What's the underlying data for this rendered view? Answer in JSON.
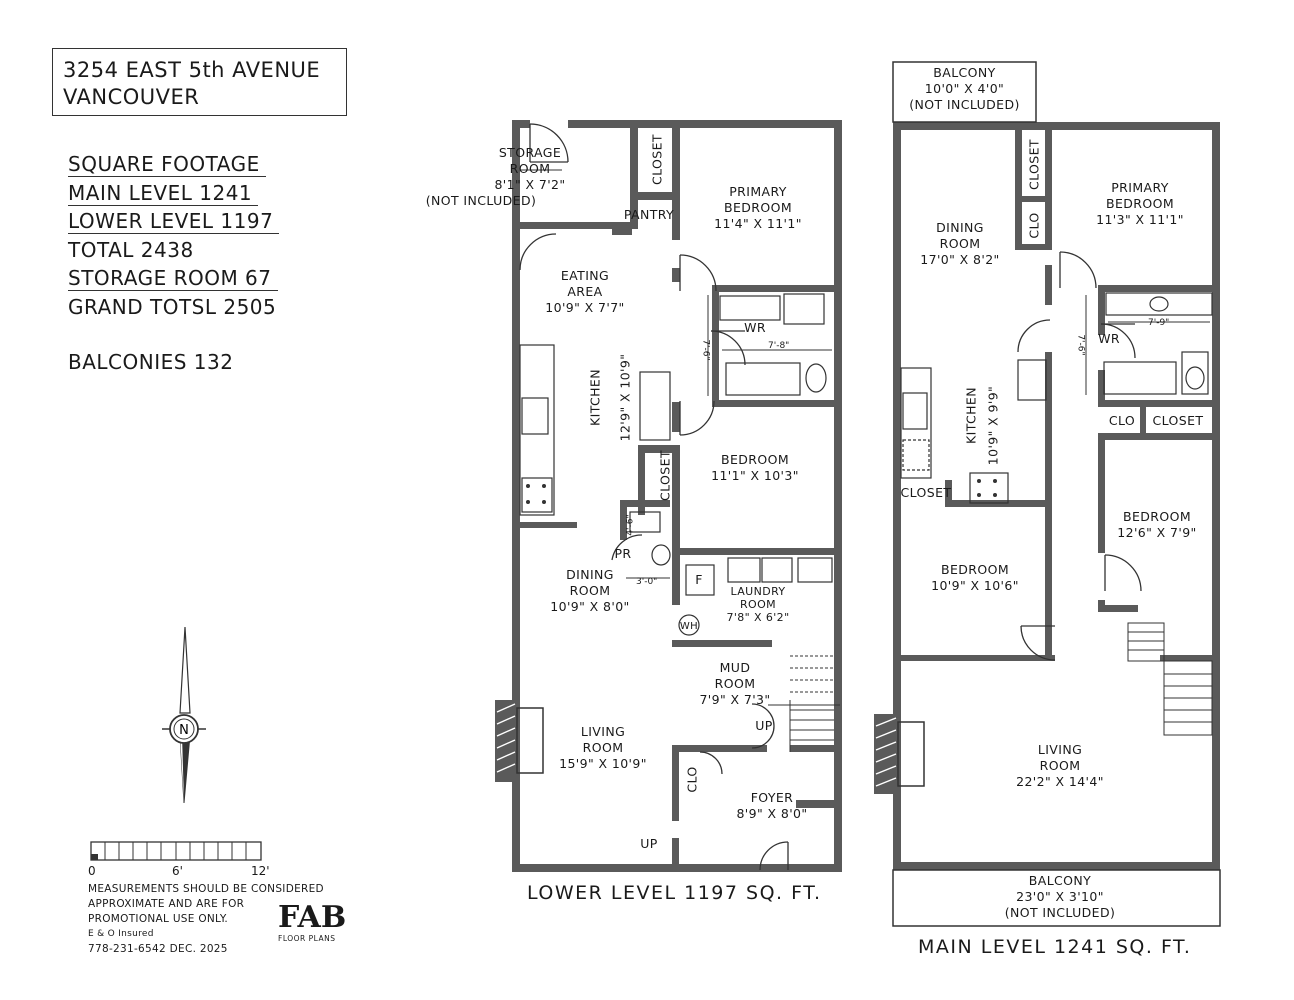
{
  "address": {
    "line1": "3254 EAST 5th AVENUE",
    "line2": "VANCOUVER"
  },
  "square_footage": {
    "heading": "SQUARE FOOTAGE",
    "main_level": "MAIN LEVEL 1241",
    "lower_level": "LOWER LEVEL 1197",
    "total": "TOTAL 2438",
    "storage_room": "STORAGE ROOM 67",
    "grand_total": "GRAND TOTSL 2505"
  },
  "balconies": "BALCONIES 132",
  "scale": {
    "labels": [
      "0",
      "6'",
      "12'"
    ]
  },
  "compass": {
    "label": "N"
  },
  "disclaimer": {
    "line1": "MEASUREMENTS SHOULD BE CONSIDERED",
    "line2": "APPROXIMATE AND ARE FOR",
    "line3": "PROMOTIONAL USE ONLY.",
    "line4": "E & O Insured",
    "line5": "778-231-6542  DEC. 2025"
  },
  "logo": {
    "name": "FAB",
    "sub": "FLOOR PLANS"
  },
  "lower_level": {
    "caption": "LOWER LEVEL 1197 SQ. FT.",
    "storage": {
      "l1": "STORAGE",
      "l2": "ROOM",
      "l3": "8'1\" X 7'2\"",
      "l4": "(NOT INCLUDED)"
    },
    "closet_top": "CLOSET",
    "pantry": "PANTRY",
    "primary": {
      "l1": "PRIMARY",
      "l2": "BEDROOM",
      "l3": "11'4\" X 11'1\""
    },
    "eating": {
      "l1": "EATING",
      "l2": "AREA",
      "l3": "10'9\" X 7'7\""
    },
    "wr": "WR",
    "dim_76": "7'-6\"",
    "dim_78": "7'-8\"",
    "kitchen": "KITCHEN",
    "kitchen_dim": "12'9\" X 10'9\"",
    "closet_mid": "CLOSET",
    "bedroom": {
      "l1": "BEDROOM",
      "l2": "11'1\" X 10'3\""
    },
    "pr": "PR",
    "dim_46": "4'-6\"",
    "dim_30": "3'-0\"",
    "f": "F",
    "laundry": {
      "l1": "LAUNDRY",
      "l2": "ROOM",
      "l3": "7'8\" X 6'2\""
    },
    "wh": "WH",
    "dining": {
      "l1": "DINING",
      "l2": "ROOM",
      "l3": "10'9\" X 8'0\""
    },
    "mud": {
      "l1": "MUD",
      "l2": "ROOM",
      "l3": "7'9\" X 7'3\""
    },
    "up1": "UP",
    "living": {
      "l1": "LIVING",
      "l2": "ROOM",
      "l3": "15'9\" X 10'9\""
    },
    "clo": "CLO",
    "foyer": {
      "l1": "FOYER",
      "l2": "8'9\" X 8'0\""
    },
    "up2": "UP"
  },
  "main_level": {
    "caption": "MAIN LEVEL 1241 SQ. FT.",
    "balcony_top": {
      "l1": "BALCONY",
      "l2": "10'0\" X 4'0\"",
      "l3": "(NOT INCLUDED)"
    },
    "closet_top": "CLOSET",
    "clo_top": "CLO",
    "primary": {
      "l1": "PRIMARY",
      "l2": "BEDROOM",
      "l3": "11'3\" X 11'1\""
    },
    "dining": {
      "l1": "DINING",
      "l2": "ROOM",
      "l3": "17'0\" X 8'2\""
    },
    "wr": "WR",
    "dim_76": "7'-6\"",
    "dim_79": "7'-9\"",
    "kitchen": "KITCHEN",
    "kitchen_dim": "10'9\" X 9'9\"",
    "clo_mid": "CLO",
    "closet_mid": "CLOSET",
    "closet_left": "CLOSET",
    "bedroom2": {
      "l1": "BEDROOM",
      "l2": "12'6\" X 7'9\""
    },
    "bedroom1": {
      "l1": "BEDROOM",
      "l2": "10'9\" X 10'6\""
    },
    "living": {
      "l1": "LIVING",
      "l2": "ROOM",
      "l3": "22'2\" X 14'4\""
    },
    "balcony_bottom": {
      "l1": "BALCONY",
      "l2": "23'0\" X 3'10\"",
      "l3": "(NOT INCLUDED)"
    }
  }
}
